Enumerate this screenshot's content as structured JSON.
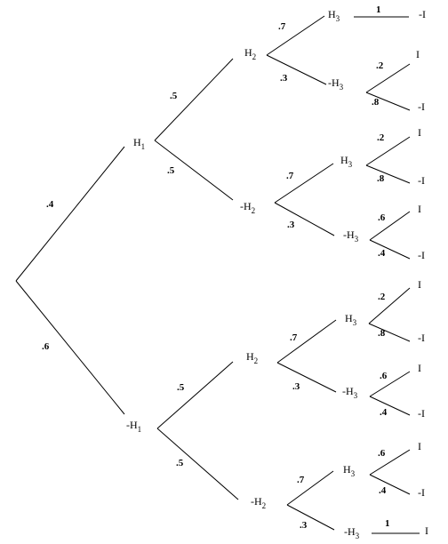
{
  "tree": {
    "nodes": [
      {
        "id": "h1",
        "parent": null,
        "base": "H",
        "sub": "1"
      },
      {
        "id": "nh1",
        "parent": null,
        "base": "-H",
        "sub": "1"
      },
      {
        "id": "h1h2",
        "parent": "h1",
        "base": "H",
        "sub": "2"
      },
      {
        "id": "h1nh2",
        "parent": "h1",
        "base": "-H",
        "sub": "2"
      },
      {
        "id": "nh1h2",
        "parent": "nh1",
        "base": "H",
        "sub": "2"
      },
      {
        "id": "nh1nh2",
        "parent": "nh1",
        "base": "-H",
        "sub": "2"
      },
      {
        "id": "a3",
        "parent": "h1h2",
        "base": "H",
        "sub": "3"
      },
      {
        "id": "a3n",
        "parent": "h1h2",
        "base": "-H",
        "sub": "3"
      },
      {
        "id": "b3",
        "parent": "h1nh2",
        "base": "H",
        "sub": "3"
      },
      {
        "id": "b3n",
        "parent": "h1nh2",
        "base": "-H",
        "sub": "3"
      },
      {
        "id": "c3",
        "parent": "nh1h2",
        "base": "H",
        "sub": "3"
      },
      {
        "id": "c3n",
        "parent": "nh1h2",
        "base": "-H",
        "sub": "3"
      },
      {
        "id": "d3",
        "parent": "nh1nh2",
        "base": "H",
        "sub": "3"
      },
      {
        "id": "d3n",
        "parent": "nh1nh2",
        "base": "-H",
        "sub": "3"
      },
      {
        "id": "l1",
        "parent": "a3",
        "base": "-I",
        "sub": ""
      },
      {
        "id": "l2",
        "parent": "a3n",
        "base": "I",
        "sub": ""
      },
      {
        "id": "l3",
        "parent": "a3n",
        "base": "-I",
        "sub": ""
      },
      {
        "id": "l4",
        "parent": "b3",
        "base": "I",
        "sub": ""
      },
      {
        "id": "l5",
        "parent": "b3",
        "base": "-I",
        "sub": ""
      },
      {
        "id": "l6",
        "parent": "b3n",
        "base": "I",
        "sub": ""
      },
      {
        "id": "l7",
        "parent": "b3n",
        "base": "-I",
        "sub": ""
      },
      {
        "id": "l8",
        "parent": "c3",
        "base": "I",
        "sub": ""
      },
      {
        "id": "l9",
        "parent": "c3",
        "base": "-I",
        "sub": ""
      },
      {
        "id": "l10",
        "parent": "c3n",
        "base": "I",
        "sub": ""
      },
      {
        "id": "l11",
        "parent": "c3n",
        "base": "-I",
        "sub": ""
      },
      {
        "id": "l12",
        "parent": "d3",
        "base": "I",
        "sub": ""
      },
      {
        "id": "l13",
        "parent": "d3",
        "base": "-I",
        "sub": ""
      },
      {
        "id": "l14",
        "parent": "d3n",
        "base": "I",
        "sub": ""
      }
    ],
    "edges": [
      {
        "id": "e-h1",
        "to": "h1",
        "prob": ".4"
      },
      {
        "id": "e-nh1",
        "to": "nh1",
        "prob": ".6"
      },
      {
        "id": "e-h1h2",
        "to": "h1h2",
        "prob": ".5"
      },
      {
        "id": "e-h1nh2",
        "to": "h1nh2",
        "prob": ".5"
      },
      {
        "id": "e-nh1h2",
        "to": "nh1h2",
        "prob": ".5"
      },
      {
        "id": "e-nh1nh2",
        "to": "nh1nh2",
        "prob": ".5"
      },
      {
        "id": "e-a3",
        "to": "a3",
        "prob": ".7"
      },
      {
        "id": "e-a3n",
        "to": "a3n",
        "prob": ".3"
      },
      {
        "id": "e-b3",
        "to": "b3",
        "prob": ".7"
      },
      {
        "id": "e-b3n",
        "to": "b3n",
        "prob": ".3"
      },
      {
        "id": "e-c3",
        "to": "c3",
        "prob": ".7"
      },
      {
        "id": "e-c3n",
        "to": "c3n",
        "prob": ".3"
      },
      {
        "id": "e-d3",
        "to": "d3",
        "prob": ".7"
      },
      {
        "id": "e-d3n",
        "to": "d3n",
        "prob": ".3"
      },
      {
        "id": "e-l1",
        "to": "l1",
        "prob": "1"
      },
      {
        "id": "e-l2",
        "to": "l2",
        "prob": ".2"
      },
      {
        "id": "e-l3",
        "to": "l3",
        "prob": ".8"
      },
      {
        "id": "e-l4",
        "to": "l4",
        "prob": ".2"
      },
      {
        "id": "e-l5",
        "to": "l5",
        "prob": ".8"
      },
      {
        "id": "e-l6",
        "to": "l6",
        "prob": ".6"
      },
      {
        "id": "e-l7",
        "to": "l7",
        "prob": ".4"
      },
      {
        "id": "e-l8",
        "to": "l8",
        "prob": ".2"
      },
      {
        "id": "e-l9",
        "to": "l9",
        "prob": ".8"
      },
      {
        "id": "e-l10",
        "to": "l10",
        "prob": ".6"
      },
      {
        "id": "e-l11",
        "to": "l11",
        "prob": ".4"
      },
      {
        "id": "e-l12",
        "to": "l12",
        "prob": ".6"
      },
      {
        "id": "e-l13",
        "to": "l13",
        "prob": ".4"
      },
      {
        "id": "e-l14",
        "to": "l14",
        "prob": "1"
      }
    ]
  }
}
